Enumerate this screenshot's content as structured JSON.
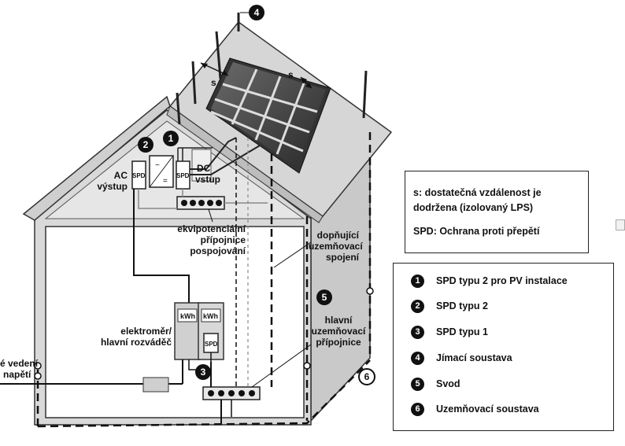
{
  "labels": {
    "s_top": "s",
    "s_right": "s",
    "ac_output": [
      "AC",
      "výstup"
    ],
    "dc_input": [
      "DC",
      "vstup"
    ],
    "spd_box_a": "SPD",
    "spd_box_b": "SPD",
    "spd_box_c": "SPD",
    "equipotential": [
      "ekvipotenciální",
      "přípojnice",
      "pospojování"
    ],
    "additional_earthing": [
      "dopňující",
      "uzemňovací",
      "spojení"
    ],
    "meter": [
      "elektroměr/",
      "hlavní rozváděč"
    ],
    "main_earthing": [
      "hlavní",
      "uzemňovací",
      "přípojnice"
    ],
    "supply_line": [
      "é vedení",
      "napětí"
    ],
    "kwh_1": "kWh",
    "kwh_2": "kWh"
  },
  "info_box": {
    "line1": "s: dostatečná vzdálenost je",
    "line2": "dodržena (izolovaný LPS)",
    "line3": "SPD: Ochrana proti přepětí"
  },
  "legend": [
    {
      "number": "1",
      "label": "SPD typu 2 pro PV instalace"
    },
    {
      "number": "2",
      "label": "SPD typu 2"
    },
    {
      "number": "3",
      "label": "SPD typu 1"
    },
    {
      "number": "4",
      "label": "Jímací soustava"
    },
    {
      "number": "5",
      "label": "Svod"
    },
    {
      "number": "6",
      "label": "Uzemňovací soustava"
    }
  ],
  "diagram_badges": {
    "b1": "1",
    "b2": "2",
    "b3": "3",
    "b4": "4",
    "b5": "5",
    "b6": "6"
  }
}
